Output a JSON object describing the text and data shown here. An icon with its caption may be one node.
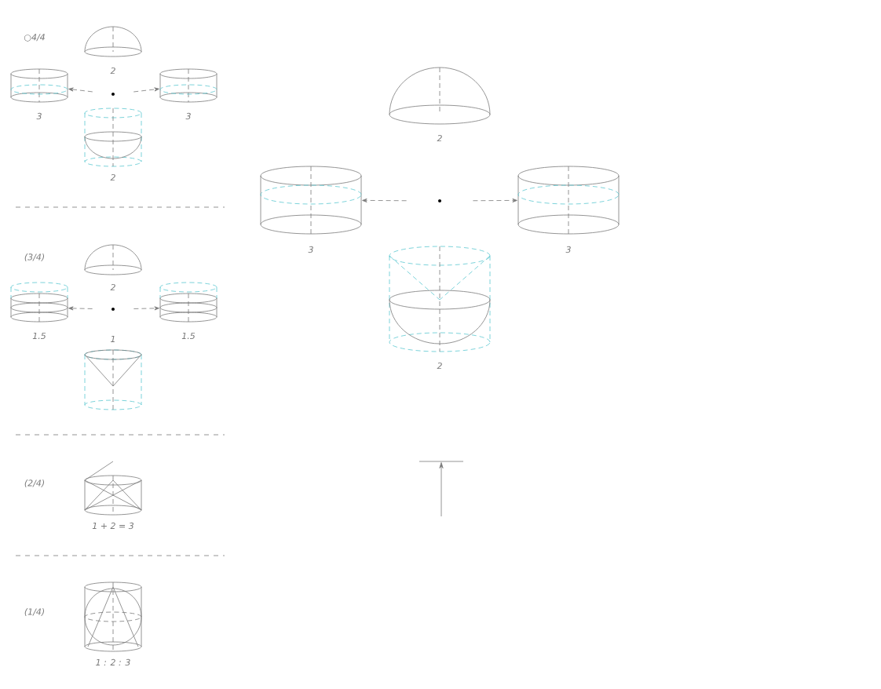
{
  "diagram": {
    "nodes": [
      {
        "text": [],
        "shape": "circle"
      },
      {
        "text": [],
        "shape": "cylinder",
        "beside": [
          "3"
        ]
      },
      {
        "text": [],
        "shape": "cylinder",
        "beside": [
          "3"
        ]
      },
      {
        "text": [],
        "shape": "circle"
      },
      {
        "text": [],
        "shape": "cylinder",
        "beside": [
          "3"
        ]
      },
      {
        "text": [],
        "shape": "cylinder",
        "beside": [
          "3"
        ]
      },
      {
        "text": [],
        "shape": "circle"
      },
      {
        "text": [],
        "shape": "cylinder",
        "beside": [
          "1.5"
        ]
      },
      {
        "text": [],
        "shape": "cylinder",
        "beside": [
          "1.5"
        ]
      }
    ],
    "edges": [
      {
        "from": 0,
        "to": 1,
        "arrow": "to",
        "style": "dashed"
      },
      {
        "from": 0,
        "to": 2,
        "arrow": "to",
        "style": "dashed"
      },
      {
        "from": 3,
        "to": 4,
        "arrow": "to",
        "style": "dashed"
      },
      {
        "from": 3,
        "to": 5,
        "arrow": "to",
        "style": "dashed"
      },
      {
        "from": 6,
        "to": 7,
        "arrow": "to",
        "style": "dashed"
      },
      {
        "from": 6,
        "to": 8,
        "arrow": "to",
        "style": "dashed"
      }
    ],
    "labels": [
      "○4/4",
      "2",
      "2",
      "2",
      "2",
      "(3/4)",
      "2",
      "1",
      "(2/4)",
      "1 + 2 = 3",
      "(1/4)",
      "1 : 2 : 3"
    ]
  }
}
